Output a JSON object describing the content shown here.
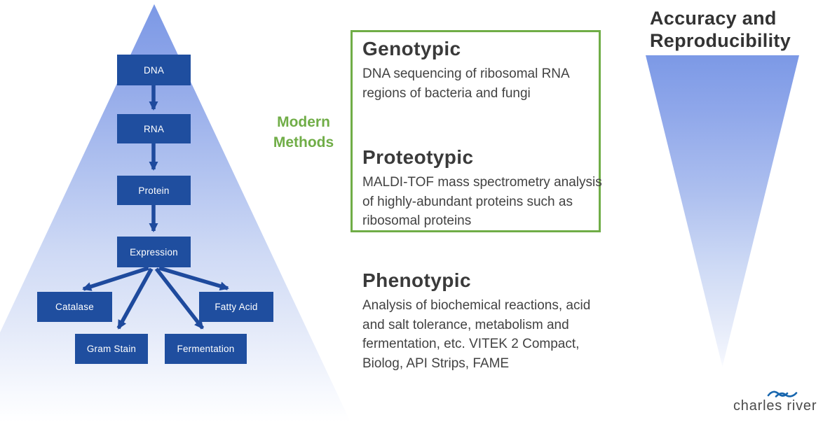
{
  "pyramid": {
    "nodes": [
      {
        "id": "dna",
        "label": "DNA"
      },
      {
        "id": "rna",
        "label": "RNA"
      },
      {
        "id": "protein",
        "label": "Protein"
      },
      {
        "id": "expression",
        "label": "Expression"
      },
      {
        "id": "catalase",
        "label": "Catalase"
      },
      {
        "id": "gram-stain",
        "label": "Gram Stain"
      },
      {
        "id": "fermentation",
        "label": "Fermentation"
      },
      {
        "id": "fatty-acid",
        "label": "Fatty Acid"
      }
    ]
  },
  "modern_methods": {
    "line1": "Modern",
    "line2": "Methods"
  },
  "sections": {
    "genotypic": {
      "title": "Genotypic",
      "body": "DNA sequencing of ribosomal RNA regions of bacteria and fungi"
    },
    "proteotypic": {
      "title": "Proteotypic",
      "body": "MALDI-TOF mass spectrometry analysis of highly-abundant proteins such as ribosomal proteins"
    },
    "phenotypic": {
      "title": "Phenotypic",
      "body": "Analysis of biochemical reactions, acid and salt tolerance, metabolism and fermentation, etc. VITEK 2 Compact, Biolog, API Strips, FAME"
    }
  },
  "right_panel": {
    "heading_line1": "Accuracy and",
    "heading_line2": "Reproducibility"
  },
  "logo": {
    "text": "charles river"
  },
  "colors": {
    "node_blue": "#1F4E9F",
    "arrow_blue": "#1E4A9D",
    "triangle_blue": "#7C99E6",
    "accent_green": "#70AD47",
    "heading_gray": "#3A3A3A",
    "body_gray": "#424242",
    "logo_text_gray": "#4B4B4B",
    "logo_wave_blue": "#1766AE"
  }
}
